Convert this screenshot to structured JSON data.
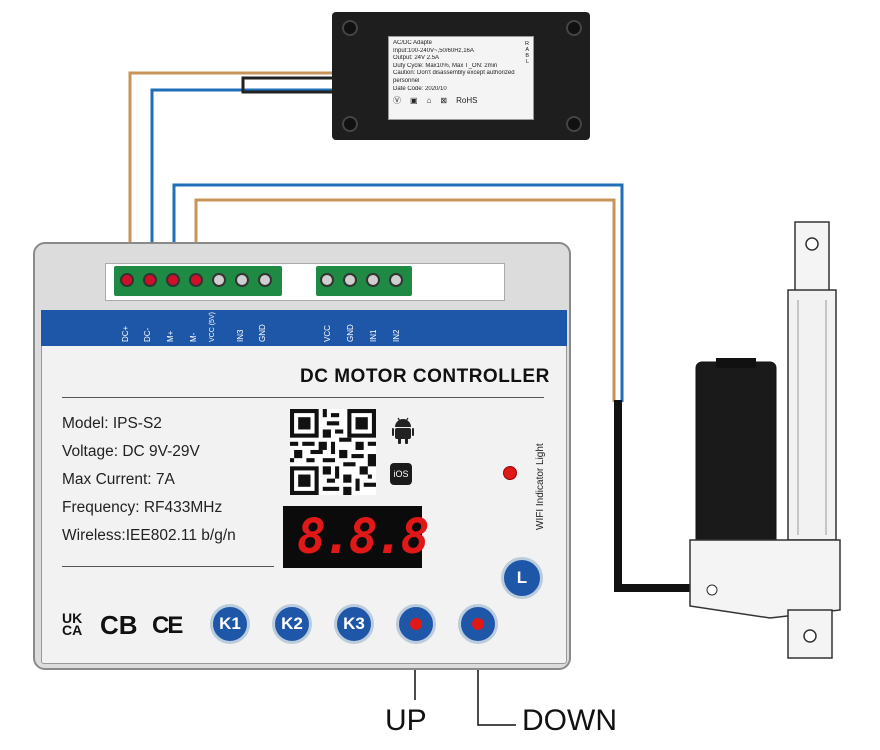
{
  "adapter": {
    "label_lines": [
      "AC/DC Adapte",
      "Input:100-240V~,50/60Hz,16A",
      "Output: 24V    2.5A",
      "Duty Cycle: Max10%, Max T_ON: 2min",
      "Caution: Don't disassembly except authorized",
      "personnel",
      "Date Code: 2020/10"
    ],
    "side_marks": [
      "R",
      "A",
      "B",
      "L"
    ],
    "rohs": "RoHS"
  },
  "controller": {
    "pins_left": [
      "DC+",
      "DC-",
      "M+",
      "M-",
      "VCC (5V)",
      "IN3",
      "GND"
    ],
    "pins_right": [
      "VCC",
      "GND",
      "IN1",
      "IN2"
    ],
    "title": "DC MOTOR CONTROLLER",
    "specs": {
      "model": "Model: IPS-S2",
      "voltage": "Voltage: DC 9V-29V",
      "current": "Max Current: 7A",
      "frequency": "Frequency: RF433MHz",
      "wireless": "Wireless:IEE802.11 b/g/n"
    },
    "display_value": "8.8.8",
    "ios_badge": "iOS",
    "wifi_label": "WIFI Indicator Light",
    "buttons": [
      "K1",
      "K2",
      "K3"
    ],
    "l_button": "L",
    "cert_ukca": "UK CA",
    "cert_cb": "CB",
    "cert_ce": "CE"
  },
  "callouts": {
    "up": "UP",
    "down": "DOWN"
  },
  "colors": {
    "wire_brown": "#c8945a",
    "wire_blue": "#1f6fb8",
    "panel_blue": "#1f57a8",
    "led_red": "#e01818",
    "terminal_green": "#1f8a43"
  }
}
